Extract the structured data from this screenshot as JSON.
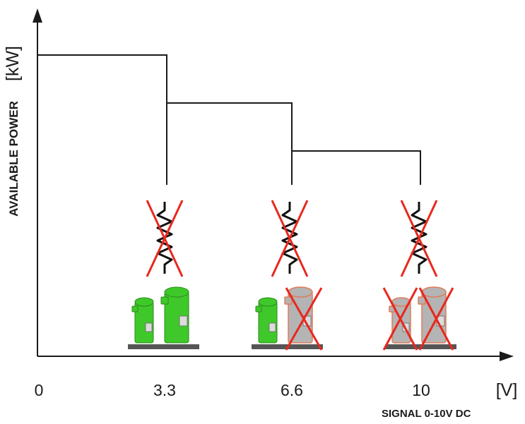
{
  "diagram": {
    "y_unit": "[kW]",
    "y_label": "AVAILABLE POWER",
    "x_unit": "[V]",
    "x_ticks": [
      "0",
      "3.3",
      "6.6",
      "10"
    ],
    "caption": "SIGNAL 0-10V DC"
  },
  "colors": {
    "axis": "#1a1a1a",
    "compressor_on": "#3fc82a",
    "compressor_off": "#b4b4b4",
    "cross": "#e8281e"
  },
  "stages": [
    {
      "signal": "3.3",
      "heater": "off",
      "compressors": [
        "on",
        "on"
      ]
    },
    {
      "signal": "6.6",
      "heater": "off",
      "compressors": [
        "on",
        "off"
      ]
    },
    {
      "signal": "10",
      "heater": "off",
      "compressors": [
        "off",
        "off"
      ]
    }
  ]
}
